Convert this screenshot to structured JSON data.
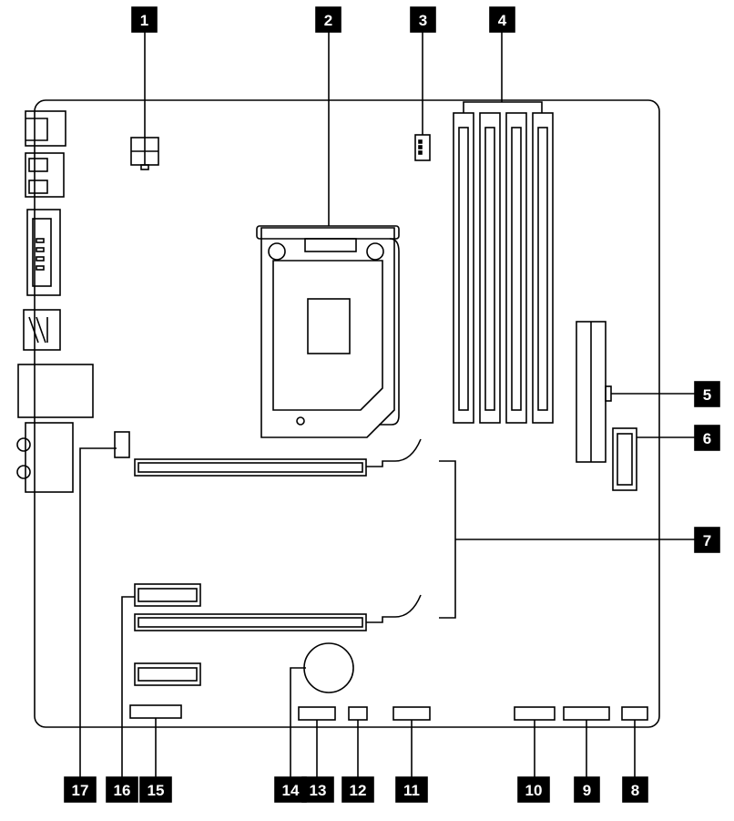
{
  "colors": {
    "ink": "#000000",
    "paper": "#ffffff",
    "label_bg": "#000000",
    "label_text": "#ffffff"
  },
  "callouts": [
    "1",
    "2",
    "3",
    "4",
    "5",
    "6",
    "7",
    "8",
    "9",
    "10",
    "11",
    "12",
    "13",
    "14",
    "15",
    "16",
    "17"
  ]
}
